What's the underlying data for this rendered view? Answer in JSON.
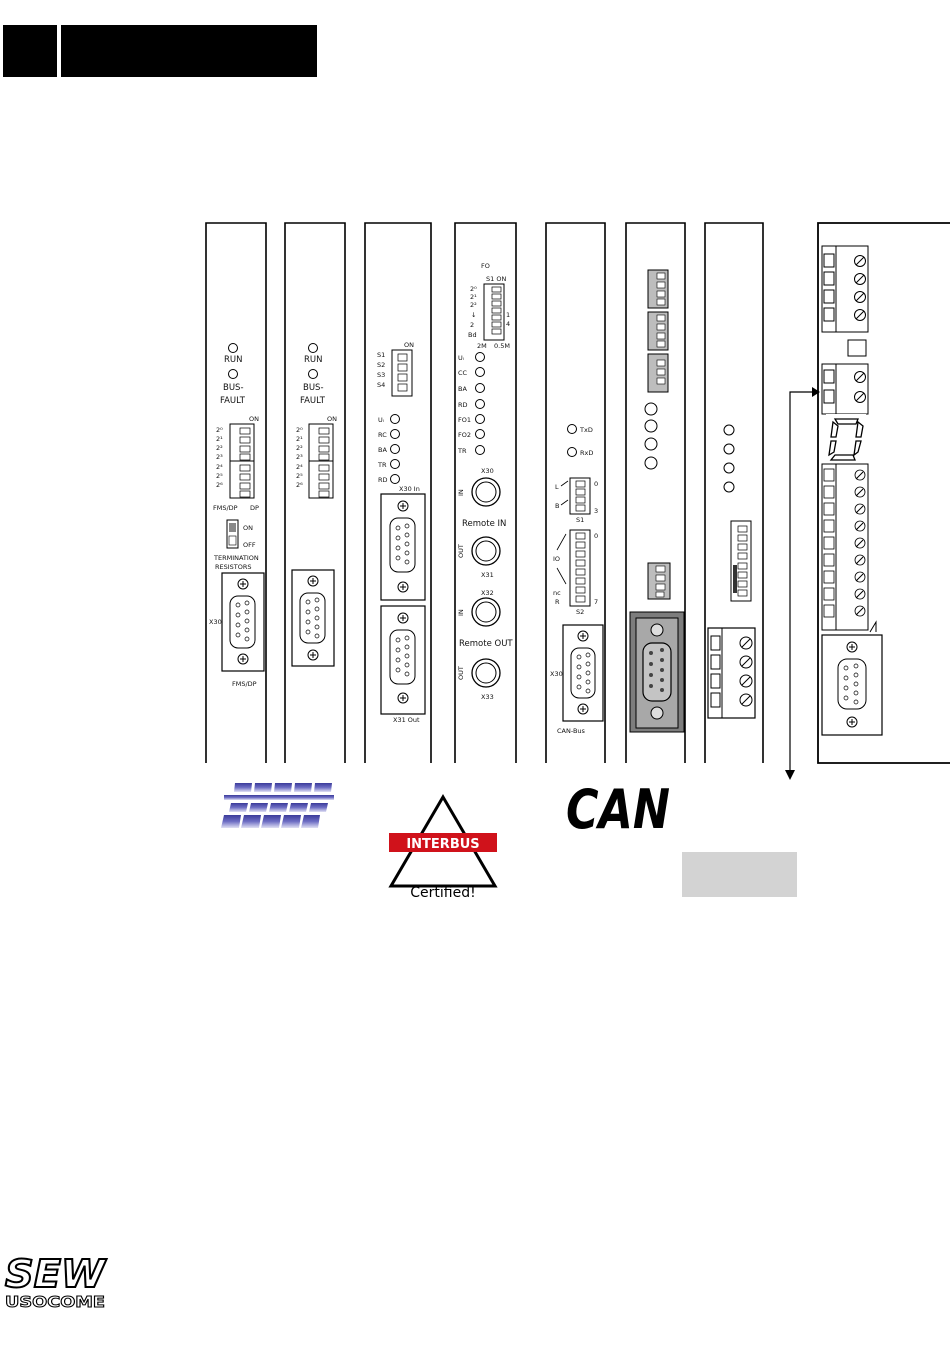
{
  "header": {
    "tab_small": "",
    "tab_large": ""
  },
  "modules": {
    "fms_dp": {
      "run": "RUN",
      "busfault": [
        "BUS-",
        "FAULT"
      ],
      "on": "ON",
      "switch_powers": [
        "2⁰",
        "2¹",
        "2²",
        "2³",
        "2⁴",
        "2⁵",
        "2⁶"
      ],
      "mode": [
        "FMS/DP",
        "DP"
      ],
      "term_on": "ON",
      "term_off": "OFF",
      "term_label": [
        "TERMINATION",
        "RESISTORS"
      ],
      "x30": "X30",
      "bottom": "FMS/DP"
    },
    "dp": {
      "run": "RUN",
      "busfault": [
        "BUS-",
        "FAULT"
      ],
      "on": "ON",
      "switch_powers": [
        "2⁰",
        "2¹",
        "2²",
        "2³",
        "2⁴",
        "2⁵",
        "2⁶"
      ]
    },
    "interbus": {
      "on": "ON",
      "switches": [
        "S1",
        "S2",
        "S3",
        "S4"
      ],
      "leds": [
        "Uₗ",
        "RC",
        "BA",
        "TR",
        "RD"
      ],
      "x30_in": "X30  In",
      "x31_out": "X31  Out"
    },
    "interbus_fo": {
      "fo": "FO",
      "s1_on": "S1 ON",
      "left_labels": [
        "2⁰",
        "2¹",
        "2²",
        "↓",
        "2",
        "Bd"
      ],
      "right_labels": [
        "1",
        "4"
      ],
      "speed": [
        "2M",
        "0.5M"
      ],
      "leds": [
        "Uₗ",
        "CC",
        "BA",
        "RD",
        "FO1",
        "FO2",
        "TR"
      ],
      "x30": "X30",
      "in": "IN",
      "out": "OUT",
      "x31": "X31",
      "x32": "X32",
      "x33": "X33",
      "remote_in": "Remote  IN",
      "remote_out": "Remote  OUT"
    },
    "can": {
      "txd": "TxD",
      "rxd": "RxD",
      "l": "L",
      "b": "B",
      "s1": "S1",
      "s1_nums": [
        "0",
        "3"
      ],
      "s2_nums": [
        "0",
        "7"
      ],
      "io": "IO",
      "nc": "nc",
      "r": "R",
      "s2": "S2",
      "x30": "X30",
      "bottom": "CAN-Bus"
    }
  },
  "logos": {
    "can_text": "CAN",
    "interbus_title": "INTERBUS",
    "interbus_sub": "Certified!",
    "sew_top": "SEW",
    "sew_bottom": "USOCOME"
  },
  "colors": {
    "accent_red": "#d0121b",
    "profibus_blue": "#4c4ca6",
    "gray_box": "#d3d3d3"
  }
}
